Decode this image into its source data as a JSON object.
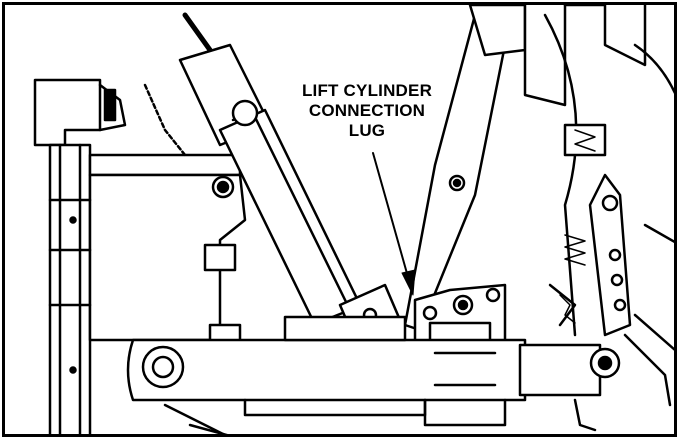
{
  "figure": {
    "callout": {
      "line1": "LIFT CYLINDER",
      "line2": "CONNECTION",
      "line3": "LUG"
    },
    "colors": {
      "ink": "#000000",
      "paper": "#ffffff",
      "shade": "#d9d9d9"
    }
  }
}
